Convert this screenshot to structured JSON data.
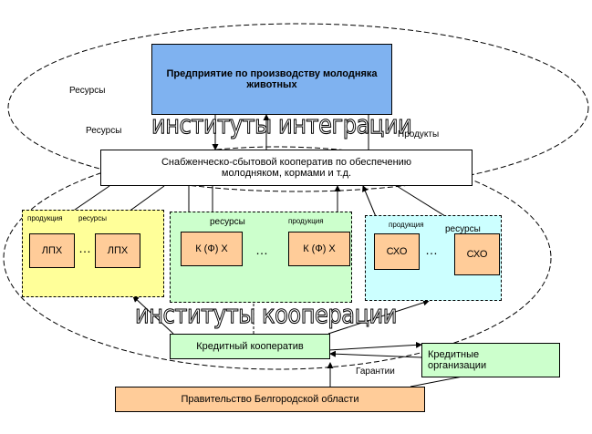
{
  "enterprise": "Предприятие по производству молодняка животных",
  "resources_top": "Ресурсы",
  "resources_mid": "Ресурсы",
  "products_label": "Продукты",
  "integration_title": "институты интеграции",
  "supply_coop": "Снабженческо-сбытовой кооператив по обеспечению молодняком, кормами и т.д.",
  "group_left": {
    "prod": "продукция",
    "res": "ресурсы",
    "box1": "ЛПХ",
    "box2": "ЛПХ",
    "ellipsis": "…"
  },
  "group_mid": {
    "res": "ресурсы",
    "prod": "продукция",
    "box1": "К (Ф) Х",
    "box2": "К (Ф) Х",
    "ellipsis": "…"
  },
  "group_right": {
    "prod": "продукция",
    "res": "ресурсы",
    "box1": "СХО",
    "box2": "СХО",
    "ellipsis": "…"
  },
  "cooperation_title": "институты кооперации",
  "credit_coop": "Кредитный кооператив",
  "credit_orgs": "Кредитные организации",
  "guarantees": "Гарантии",
  "government": "Правительство Белгородской области",
  "colors": {
    "enterprise": "#7FB2F0",
    "left_group": "#FFFF99",
    "mid_group": "#CCFFCC",
    "right_group": "#CCFFFF",
    "small_box": "#FFCC99",
    "credit": "#CCFFCC",
    "gov": "#FFCC99"
  }
}
